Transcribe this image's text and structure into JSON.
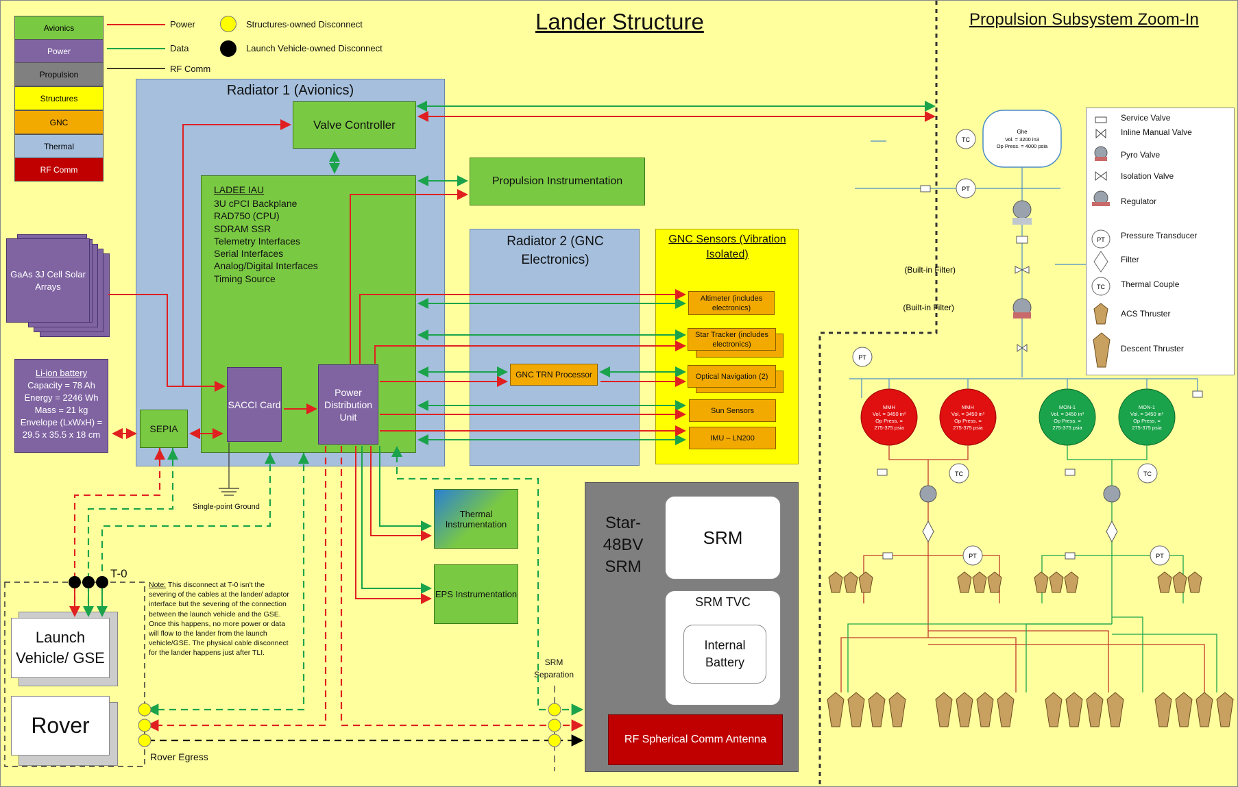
{
  "titles": {
    "lander": "Lander Structure",
    "propulsion": "Propulsion Subsystem Zoom-In"
  },
  "legend": {
    "boxes": [
      {
        "label": "Avionics",
        "color": "#7ac943",
        "text": "#111"
      },
      {
        "label": "Power",
        "color": "#8064a2",
        "text": "#fff"
      },
      {
        "label": "Propulsion",
        "color": "#808080",
        "text": "#111"
      },
      {
        "label": "Structures",
        "color": "#ffff00",
        "text": "#111"
      },
      {
        "label": "GNC",
        "color": "#f2a900",
        "text": "#111"
      },
      {
        "label": "Thermal",
        "color": "#a5bfdd",
        "text": "#111"
      },
      {
        "label": "RF Comm",
        "color": "#c00000",
        "text": "#fff"
      }
    ],
    "lines": [
      {
        "label": "Power",
        "color": "#e02020"
      },
      {
        "label": "Data",
        "color": "#1aa34a"
      },
      {
        "label": "RF Comm",
        "color": "#000000"
      }
    ],
    "disconnects": {
      "structures": "Structures-owned Disconnect",
      "launch": "Launch Vehicle-owned Disconnect"
    }
  },
  "radiator1": {
    "title": "Radiator 1 (Avionics)"
  },
  "valve_controller": "Valve Controller",
  "iau": {
    "title": "LADEE IAU",
    "lines": [
      "3U cPCI Backplane",
      "RAD750 (CPU)",
      "SDRAM SSR",
      "Telemetry Interfaces",
      "Serial Interfaces",
      "Analog/Digital Interfaces",
      "Timing Source"
    ]
  },
  "solar_arrays": "GaAs 3J Cell Solar Arrays",
  "battery": {
    "title": "Li-ion battery",
    "lines": [
      "Capacity = 78 Ah",
      "Energy = 2246 Wh",
      "Mass = 21 kg",
      "Envelope (LxWxH) =",
      "29.5 x 35.5 x 18 cm"
    ]
  },
  "sepia": "SEPIA",
  "sacci": "SACCI Card",
  "pdu": "Power Distribution Unit",
  "prop_instr": "Propulsion Instrumentation",
  "radiator2": "Radiator 2 (GNC Electronics)",
  "gnc_trn": "GNC TRN Processor",
  "gnc_sensors": {
    "title": "GNC Sensors (Vibration Isolated)",
    "items": [
      "Altimeter (includes electronics)",
      "Star Tracker (includes electronics)",
      "Optical Navigation (2)",
      "Sun Sensors",
      "IMU – LN200"
    ]
  },
  "thermal_instr": "Thermal Instrumentation",
  "eps_instr": "EPS Instrumentation",
  "ground": "Single-point Ground",
  "t0": "T-0",
  "note": {
    "label": "Note:",
    "text": "This disconnect at T-0 isn't the severing of the cables at the lander/ adaptor interface but the severing of the connection between the launch vehicle and the GSE.  Once this happens, no more power or data will flow to the lander from the launch vehicle/GSE.  The physical cable disconnect for the lander happens just after TLI."
  },
  "launch_vehicle": "Launch Vehicle/ GSE",
  "rover": "Rover",
  "rover_egress": "Rover Egress",
  "srm_sep": "SRM Separation",
  "star48": "Star-48BV SRM",
  "srm": "SRM",
  "srm_tvc": "SRM TVC",
  "internal_battery": "Internal Battery",
  "rf_antenna": "RF Spherical Comm Antenna",
  "prop": {
    "ghe": {
      "name": "Ghe",
      "vol": "Vol. = 3200 in3",
      "press": "Op Press. = 4000 psia"
    },
    "filter1": "(Built-in Filter)",
    "filter2": "(Built-in Filter)",
    "tanks": [
      {
        "name": "MMH",
        "vol": "Vol. = 3450 in³",
        "press": "Op Press. =",
        "range": "275-375 psia",
        "color": "#e01010"
      },
      {
        "name": "MMH",
        "vol": "Vol. = 3450 in³",
        "press": "Op Press. =",
        "range": "275-375 psia",
        "color": "#e01010"
      },
      {
        "name": "MON-1",
        "vol": "Vol. = 3450 in³",
        "press": "Op Press. =",
        "range": "275-375 psia",
        "color": "#1aa34a"
      },
      {
        "name": "MON-1",
        "vol": "Vol. = 3450 in³",
        "press": "Op Press. =",
        "range": "275-375 psia",
        "color": "#1aa34a"
      }
    ],
    "tc": "TC",
    "pt": "PT"
  },
  "prop_legend": [
    "Service Valve",
    "Inline Manual Valve",
    "Pyro Valve",
    "Isolation Valve",
    "Regulator",
    "Pressure Transducer",
    "Filter",
    "Thermal Couple",
    "ACS Thruster",
    "Descent Thruster"
  ]
}
